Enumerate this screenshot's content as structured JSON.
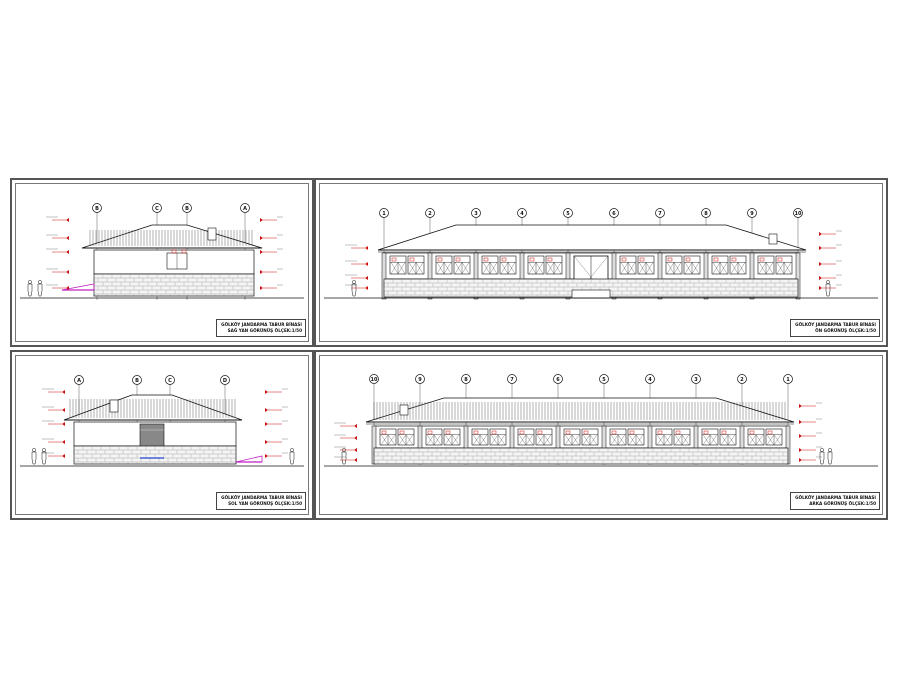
{
  "drawings": [
    {
      "id": "right-side",
      "title_line1": "GÖLKÖY JANDARMA TABUR BİNASI",
      "title_line2": "SAĞ YAN GÖRÜNÜŞ ÖLÇEK:1/50",
      "axis_labels": [
        "B",
        "C",
        "B",
        "A"
      ]
    },
    {
      "id": "front",
      "title_line1": "GÖLKÖY JANDARMA TABUR BİNASI",
      "title_line2": "ÖN GÖRÜNÜŞ ÖLÇEK:1/50",
      "axis_labels": [
        "1",
        "2",
        "3",
        "4",
        "5",
        "6",
        "7",
        "8",
        "9",
        "10"
      ]
    },
    {
      "id": "left-side",
      "title_line1": "GÖLKÖY JANDARMA TABUR BİNASI",
      "title_line2": "SOL YAN GÖRÜNÜŞ ÖLÇEK:1/50",
      "axis_labels": [
        "A",
        "B",
        "C",
        "D"
      ]
    },
    {
      "id": "rear",
      "title_line1": "GÖLKÖY JANDARMA TABUR BİNASI",
      "title_line2": "ARKA GÖRÜNÜŞ ÖLÇEK:1/50",
      "axis_labels": [
        "10",
        "9",
        "8",
        "7",
        "6",
        "5",
        "4",
        "3",
        "2",
        "1"
      ]
    }
  ],
  "colors": {
    "line": "#111111",
    "annotation": "#cc1111",
    "accent": "#c020c0",
    "blue": "#2040d0"
  }
}
